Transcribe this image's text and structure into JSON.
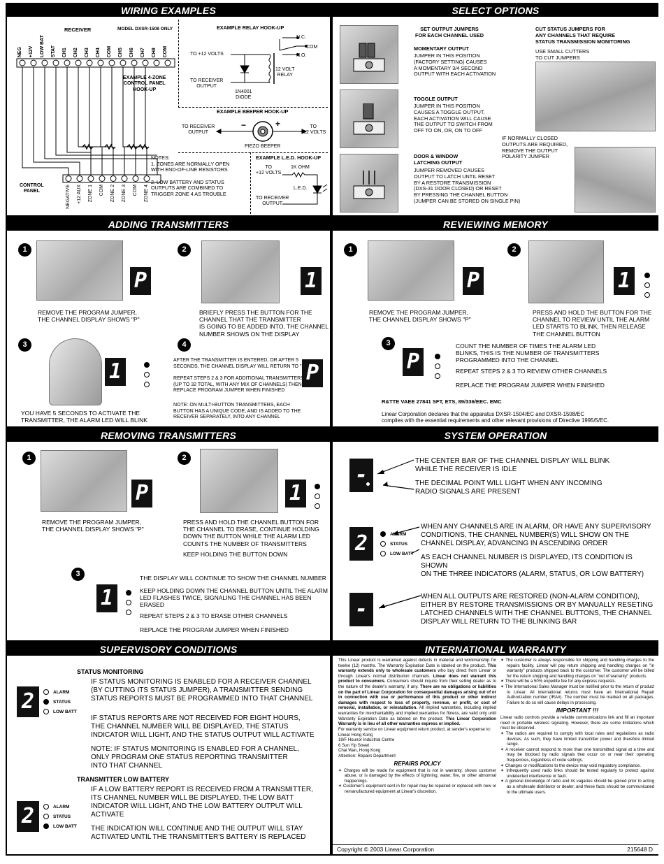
{
  "headers": {
    "wiring": "WIRING EXAMPLES",
    "select": "SELECT OPTIONS",
    "adding": "ADDING TRANSMITTERS",
    "reviewing": "REVIEWING MEMORY",
    "removing": "REMOVING TRANSMITTERS",
    "system": "SYSTEM OPERATION",
    "supervisory": "SUPERVISORY CONDITIONS",
    "warranty": "INTERNATIONAL WARRANTY"
  },
  "wiring": {
    "receiver": "RECEIVER",
    "model": "MODEL DXSR-1508 ONLY",
    "terminals_top": [
      "NEG",
      "+12V",
      "LOW BAT",
      "STAT",
      "CH1",
      "CH2",
      "CH3",
      "CH4",
      "COM",
      "CH5",
      "CH6",
      "CH7",
      "CH8",
      "COM"
    ],
    "example_4zone": "EXAMPLE 4-ZONE\nCONTROL PANEL\nHOOK-UP",
    "control_panel": "CONTROL\nPANEL",
    "terminals_bottom": [
      "NEGATIVE",
      "+12 AUX",
      "ZONE 1",
      "COM",
      "ZONE 2",
      "ZONE 3",
      "COM",
      "ZONE 4"
    ],
    "notes": "NOTES:\n1. ZONES ARE NORMALLY OPEN\nWITH END-OF-LINE RESISTORS\n\n2. LOW BATTERY AND STATUS\nOUTPUTS ARE COMBINED TO\nTRIGGER ZONE 4 AS TROUBLE",
    "relay_title": "EXAMPLE RELAY HOOK-UP",
    "relay_to12": "TO +12 VOLTS",
    "relay_to_receiver": "TO RECEIVER\nOUTPUT",
    "relay_diode": "1N4001\nDIODE",
    "relay_label": "12 VOLT\nRELAY",
    "relay_nc": "N.C.",
    "relay_com": "COM",
    "relay_no": "N.O.",
    "beeper_title": "EXAMPLE BEEPER HOOK-UP",
    "beeper_to_receiver": "TO RECEIVER\nOUTPUT",
    "beeper_to12": "TO\n+12 VOLTS",
    "beeper_label": "PIEZO BEEPER",
    "beeper_minus": "−",
    "beeper_plus": "+",
    "led_title": "EXAMPLE L.E.D. HOOK-UP",
    "led_to12": "TO\n+12 VOLTS",
    "led_ohm": "1K OHM",
    "led_label": "L.E.D.",
    "led_to_receiver": "TO RECEIVER\nOUTPUT"
  },
  "select": {
    "set_output": "SET OUTPUT JUMPERS\nFOR EACH CHANNEL USED",
    "momentary_title": "MOMENTARY OUTPUT",
    "momentary_text": "JUMPER IN THIS POSITION\n(FACTORY SETTING) CAUSES\nA MOMENTARY 3/4 SECOND\nOUTPUT WITH EACH ACTIVATION",
    "toggle_title": "TOGGLE OUTPUT",
    "toggle_text": "JUMPER IN THIS POSITION\nCAUSES A TOGGLE OUTPUT,\nEACH ACTIVATION WILL CAUSE\nTHE OUTPUT TO SWITCH FROM\nOFF TO ON, OR, ON TO OFF",
    "door_title": "DOOR & WINDOW\nLATCHING OUTPUT",
    "door_text": "JUMPER REMOVED CAUSES\nOUTPUT TO LATCH UNTIL RESET\nBY A RESTORE TRANSMISSION\n(DXS-31 DOOR CLOSED) OR RESET\nBY PRESSING THE CHANNEL BUTTON\n(JUMPER CAN BE STORED ON SINGLE PIN)",
    "cut_title": "CUT STATUS JUMPERS FOR\nANY CHANNELS THAT REQUIRE\nSTATUS TRANSMISSION MONITORING",
    "cut_text": "USE SMALL CUTTERS\nTO CUT JUMPERS",
    "nc_text": "IF NORMALLY CLOSED\nOUTPUTS ARE REQUIRED,\nREMOVE THE OUTPUT\nPOLARITY JUMPER"
  },
  "adding": {
    "n1": "1",
    "n2": "2",
    "n3": "3",
    "n4": "4",
    "step1": "REMOVE THE PROGRAM JUMPER,\nTHE CHANNEL DISPLAY SHOWS \"P\"",
    "step2": "BRIEFLY PRESS THE BUTTON FOR THE\nCHANNEL THAT THE TRANSMITTER\nIS GOING TO BE ADDED INTO, THE CHANNEL\nNUMBER SHOWS ON THE DISPLAY",
    "step3": "YOU HAVE 5 SECONDS TO ACTIVATE THE\nTRANSMITTER, THE ALARM LED WILL BLINK",
    "step4a": "AFTER THE TRANSMITTER IS ENTERED, OR AFTER 5\nSECONDS, THE CHANNEL DISPLAY WILL RETURN TO \"P\"",
    "step4b": "REPEAT STEPS 2 & 3 FOR ADDITIONAL TRANSMITTERS\n(UP TO 32 TOTAL, WITH ANY MIX OF CHANNELS) THEN\nREPLACE PROGRAM JUMPER WHEN FINISHED",
    "step4c": "NOTE: ON MULTI-BUTTON TRANSMITTERS, EACH\nBUTTON HAS A UNIQUE CODE, AND IS ADDED TO THE\nRECEIVER SEPARATELY, INTO ANY CHANNEL",
    "disp_p": "P",
    "disp_1": "1"
  },
  "reviewing": {
    "n1": "1",
    "n2": "2",
    "n3": "3",
    "step1": "REMOVE THE PROGRAM JUMPER,\nTHE CHANNEL DISPLAY SHOWS \"P\"",
    "step2": "PRESS AND HOLD THE BUTTON FOR THE\nCHANNEL TO REVIEW UNTIL THE ALARM\nLED STARTS TO BLINK, THEN RELEASE\nTHE CHANNEL BUTTON",
    "step3a": "COUNT THE NUMBER OF TIMES THE ALARM LED\nBLINKS, THIS IS THE NUMBER OF TRANSMITTERS\nPROGRAMMED INTO THE CHANNEL",
    "step3b": "REPEAT STEPS 2 & 3 TO REVIEW OTHER CHANNELS",
    "step3c": "REPLACE THE PROGRAM JUMPER WHEN FINISHED",
    "rtte": "R&TTE VAEE 27841 SFT, ETS, 89/336/EEC. EMC",
    "declaration": "Linear Corporation declares that the apparatus DXSR-1504/EC and DXSR-1508/EC\ncomplies with the essential requirements and other relevant provisions of Directive 1995/5/EC.",
    "disp_p": "P",
    "disp_1": "1"
  },
  "removing": {
    "n1": "1",
    "n2": "2",
    "n3": "3",
    "step1": "REMOVE THE PROGRAM JUMPER,\nTHE CHANNEL DISPLAY SHOWS \"P\"",
    "step2a": "PRESS AND HOLD THE CHANNEL BUTTON FOR\nTHE CHANNEL TO ERASE, CONTINUE HOLDING\nDOWN THE BUTTON WHILE THE ALARM LED\nCOUNTS THE NUMBER OF TRANSMITTERS",
    "step2b": "KEEP HOLDING THE BUTTON DOWN",
    "step3a": "THE DISPLAY WILL CONTINUE TO SHOW THE CHANNEL NUMBER",
    "step3b": "KEEP HOLDING DOWN THE CHANNEL BUTTON UNTIL THE ALARM\nLED FLASHES TWICE, SIGNALING THE CHANNEL HAS BEEN\nERASED",
    "step3c": "REPEAT STEPS 2 & 3 TO ERASE OTHER CHANNELS",
    "step3d": "REPLACE THE PROGRAM JUMPER WHEN FINISHED",
    "disp_p": "P",
    "disp_1": "1"
  },
  "system": {
    "center_bar": "THE CENTER BAR OF THE CHANNEL DISPLAY WILL BLINK\nWHILE THE RECEIVER IS IDLE",
    "decimal": "THE DECIMAL POINT WILL LIGHT WHEN ANY INCOMING\nRADIO SIGNALS ARE PRESENT",
    "alarm_text": "WHEN ANY CHANNELS ARE IN ALARM, OR HAVE ANY SUPERVISORY\nCONDITIONS, THE CHANNEL NUMBER(S) WILL SHOW ON THE\nCHANNEL DISPLAY, ADVANCING IN ASCENDING ORDER",
    "each_channel": "AS EACH CHANNEL NUMBER IS DISPLAYED, ITS CONDITION IS SHOWN\nON THE THREE INDICATORS (ALARM, STATUS, OR LOW BATTERY)",
    "restored": "WHEN ALL OUTPUTS ARE RESTORED (NON-ALARM CONDITION),\nEITHER BY RESTORE TRANSMISSIONS OR BY MANUALLY RESETING\nLATCHED CHANNELS WITH THE CHANNEL BUTTONS, THE CHANNEL\nDISPLAY WILL RETURN TO THE BLINKING BAR",
    "alarm": "ALARM",
    "status": "STATUS",
    "lowbatt": "LOW BATT",
    "disp_bar": "-",
    "disp_2": "2"
  },
  "supervisory": {
    "status_title": "STATUS MONITORING",
    "status_p1": "IF STATUS MONITORING IS ENABLED FOR A RECEIVER CHANNEL\n(BY CUTTING ITS STATUS JUMPER), A TRANSMITTER SENDING\nSTATUS REPORTS MUST BE PROGRAMMED INTO THAT CHANNEL",
    "status_p2": "IF STATUS REPORTS ARE NOT RECEIVED FOR EIGHT HOURS,\nTHE CHANNEL NUMBER WILL BE DISPLAYED, THE STATUS\nINDICATOR WILL LIGHT, AND THE STATUS OUTPUT WILL ACTIVATE",
    "status_p3": "NOTE: IF STATUS MONITORING IS ENABLED FOR A CHANNEL,\nONLY PROGRAM ONE STATUS REPORTING TRANSMITTER\nINTO THAT CHANNEL",
    "lowbat_title": "TRANSMITTER LOW BATTERY",
    "lowbat_p1": "IF A LOW BATTERY REPORT IS RECEIVED FROM A TRANSMITTER,\nITS CHANNEL NUMBER WILL BE DISPLAYED, THE LOW BATT\nINDICATOR WILL LIGHT, AND THE LOW BATTERY OUTPUT WILL\nACTIVATE",
    "lowbat_p2": "THE INDICATION WILL CONTINUE AND THE OUTPUT WILL STAY\nACTIVATED UNTIL THE TRANSMITTER'S BATTERY IS REPLACED",
    "alarm": "ALARM",
    "status": "STATUS",
    "lowbatt": "LOW BATT",
    "disp_2": "2"
  },
  "warranty": {
    "left_p1a": "This Linear product is warranted against defects in material and workmanship for twelve (12) months. The Warranty Expiration Date is labeled on the product. ",
    "left_p1b": "This warranty extends only to wholesale customers",
    "left_p1c": " who buy direct from Linear or through Linear's normal distribution channels. ",
    "left_p1d": "Linear does not warrant this product to consumers.",
    "left_p1e": " Consumers should inquire from their selling dealer as to the nature of the dealer's warranty, if any. ",
    "left_p1f": "There are no obligations or liabilities on the part of Linear Corporation for consequential damages arising out of or in connection with use or performance of this product or other indirect damages with respect to loss of property, revenue, or profit, or cost of removal, installation, or reinstallation.",
    "left_p1g": " All implied warranties, including implied warranties for merchantability and implied warranties for fitness, are valid only until Warranty Expiration Date as labeled on the product. ",
    "left_p1h": "This Linear Corporation Warranty is in lieu of all other warranties express or implied.",
    "left_p2": "For warranty service on Linear equipment return product, at sender's expense to:",
    "addr1": "Linear Hong Kong",
    "addr2": "19/F Hounor Industrial Centre",
    "addr3": "6 Sun Yip Street",
    "addr4": "Chai Wan, Hong Kong",
    "addr5": "Attention: Repairs Department",
    "repairs_title": "REPAIRS POLICY",
    "repairs1": "Charges will be made for equipment that is not in warranty, shows customer abuse, or is damaged by the effects of lightning, water, fire, or other abnormal happenings.",
    "repairs2": "Customer's equipment sent in for repair may be repaired or replaced with new or remanufactured equipment at Linear's discretion.",
    "right1": "The customer is always responsible for shipping and handling charges to the repairs facility. Linear will pay return shipping and handling charges on \"in warranty\" products shipped back to the customer. The customer will be billed for the return shipping and handling charges on \"out of warranty\" products.",
    "right2": "There will be a 50% expedite fee for any express requests.",
    "right3": "The International Sales Manager must be notified prior to the return of product to Linear. All international returns must have an International Repair Authorization number (IRA#). The number must be marked on all packages. Failure to do so will cause delays in processing.",
    "important_title": "IMPORTANT !!!",
    "important_p": "Linear radio controls provide a reliable communications link and fill an important need in portable wireless signaling. However, there are some limitations which must be observed.",
    "imp1": "The radios are required to comply with local rules and regulations as radio devices. As such, they have limited transmitter power and therefore limited range.",
    "imp2": "A receiver cannot respond to more than one transmitted signal at a time and may be blocked by radio signals that occur on or near their operating frequencies, regardless of code settings.",
    "imp3": "Changes or modifications to the device may void regulatory compliance.",
    "imp4": "Infrequently used radio links should be tested regularly to protect against undetected interference or fault.",
    "imp5": "A general knowledge of radio and its vagaries should be gained prior to acting as a wholesale distributor or dealer, and these facts should be communicated to the ultimate users.",
    "bullet": "✶"
  },
  "footer": {
    "copyright": "Copyright © 2003 Linear Corporation",
    "part": "215648 D"
  }
}
